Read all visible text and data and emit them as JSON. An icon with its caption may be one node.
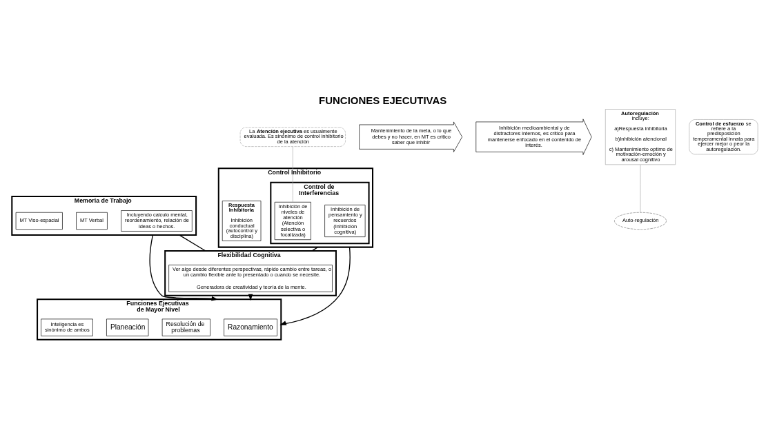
{
  "diagram": {
    "title": "FUNCIONES EJECUTIVAS",
    "nodes": [
      {
        "text": [
          "Memoria de Trabajo"
        ]
      },
      {
        "text": [
          "Incluyendo calculo mental, reordenamiento, relación de ideas o hechos."
        ],
        "in": 0
      },
      {
        "text": [
          "MT Verbal"
        ],
        "in": 0
      },
      {
        "text": [
          "MT Viso-espacial"
        ],
        "in": 0
      },
      {
        "text": [
          "Mantenimiento de la meta, o lo que debes y no hacer, en MT es critico saber que inhibir"
        ]
      },
      {
        "text": [
          "Inhibición medioambiental y de distractores internos, es critico para mantenerse enfocado en el contenido de interés."
        ]
      },
      {
        "text": [
          "Control Inhibitorio"
        ]
      },
      {
        "text": [
          "Control de Interferencias"
        ],
        "in": 6
      },
      {
        "text": [
          "Inhibición de pensamiento y recuerdos (Inhibición cognitiva)"
        ],
        "in": 7
      },
      {
        "text": [
          "Inhibición de niveles de atención (Atención selectiva o focalizada)"
        ],
        "in": 7
      },
      {
        "text": [
          "Respuesta Inhibitoria",
          "Inhibición conductual (autocontrol y disciplina)"
        ],
        "in": 6
      },
      {
        "text": [
          "Auto-regulación"
        ]
      },
      {
        "text": [
          "**Control de esfuerzo** se refiere a la predisposición temperamental innata para ejercer mejor o peor la autoregulación."
        ]
      },
      {
        "text": [
          "**Autoregulación** incluye:",
          "a)Respuesta inhibitoria",
          "b)Inhibición atencional",
          "c) Mantenimiento optimo de motivación-emoción y arousal cognitivo"
        ]
      },
      {
        "text": [
          "La **Atención ejecutiva** es usualmente evaluada. Es sinónimo de control inhibitorio de la atención"
        ]
      },
      {
        "text": [
          "Flexibilidad Cognitiva"
        ]
      },
      {
        "text": [
          "Ver algo desde diferentes perspectivas, rápido cambio entre tareas, o un cambio flexible ante lo presentado o cuando se necesite.",
          "Generadora de creatividad y teoría de la mente."
        ],
        "in": 15
      },
      {
        "text": [
          "Funciones Ejecutivas de Mayor Nivel"
        ]
      },
      {
        "text": [
          "Razonamiento"
        ],
        "in": 17
      },
      {
        "text": [
          "Resolución de problemas"
        ],
        "in": 17
      },
      {
        "text": [
          "Planeación"
        ],
        "in": 17
      },
      {
        "text": [
          "Inteligencia es sinónimo de ambos"
        ],
        "in": 17
      }
    ],
    "edges": [
      {
        "from": 0,
        "to": 15,
        "arrow": "none"
      },
      {
        "from": 6,
        "to": 15,
        "arrow": "none"
      },
      {
        "from": 0,
        "to": 17,
        "arrow": "to"
      },
      {
        "from": 15,
        "to": 17,
        "arrow": "to"
      },
      {
        "from": 6,
        "to": 17,
        "arrow": "to"
      },
      {
        "from": 14,
        "to": 9,
        "arrow": "none",
        "color": "#aaaaaa"
      },
      {
        "from": 13,
        "to": 11,
        "arrow": "none",
        "color": "#aaaaaa"
      }
    ]
  }
}
